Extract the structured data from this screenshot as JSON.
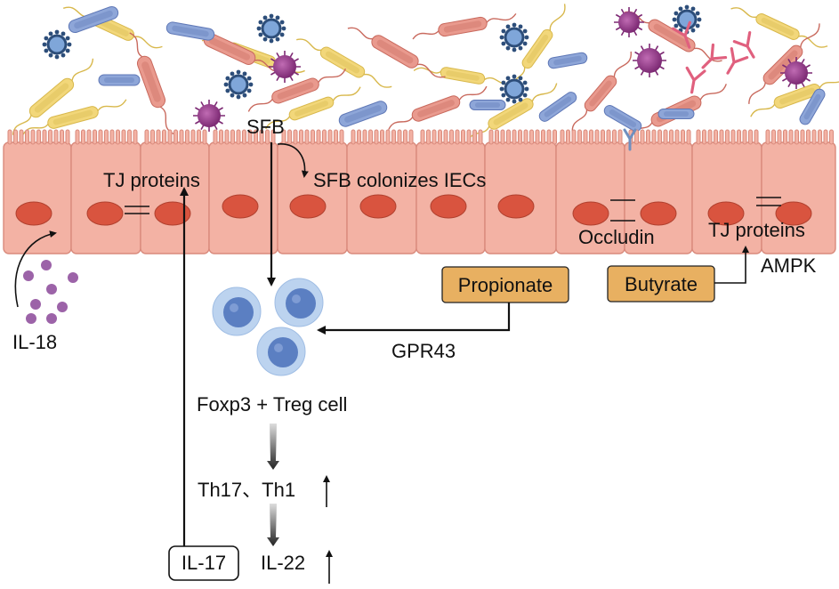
{
  "labels": {
    "sfb": "SFB",
    "sfb_colonizes": "SFB colonizes IECs",
    "tj_left": "TJ proteins",
    "tj_right": "TJ proteins",
    "occludin": "Occludin",
    "ampk": "AMPK",
    "il18": "IL-18",
    "gpr43": "GPR43",
    "treg": "Foxp3 + Treg cell",
    "th17_th1": "Th17、Th1",
    "il22": "IL-22",
    "il17": "IL-17"
  },
  "boxes": {
    "propionate": "Propionate",
    "butyrate": "Butyrate"
  },
  "colors": {
    "cell_fill": "#f3b2a4",
    "cell_stroke": "#d98a7c",
    "nucleus": "#d9543f",
    "box_fill": "#e8b061",
    "treg_outer": "#bcd3ef",
    "treg_inner": "#5b7fc2",
    "il18_dot": "#9c63a8",
    "virus": "#9a3a8c",
    "phage": "#2d4e7a",
    "bacillus_blue": "#8ea6d8",
    "bacterium_yellow": "#f2d77a",
    "bacterium_red": "#e99a8e",
    "antibody": "#e0607e"
  }
}
